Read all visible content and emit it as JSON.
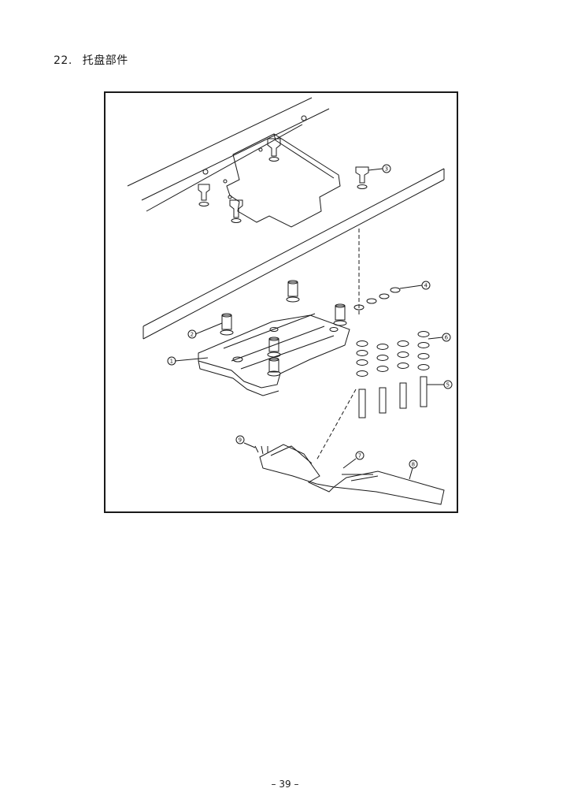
{
  "section": {
    "number": "22.",
    "title": "托盘部件"
  },
  "figure": {
    "callouts": [
      "1",
      "2",
      "3",
      "4",
      "5",
      "6",
      "7",
      "8",
      "9"
    ]
  },
  "footer": {
    "page_number": "– 39 –"
  }
}
